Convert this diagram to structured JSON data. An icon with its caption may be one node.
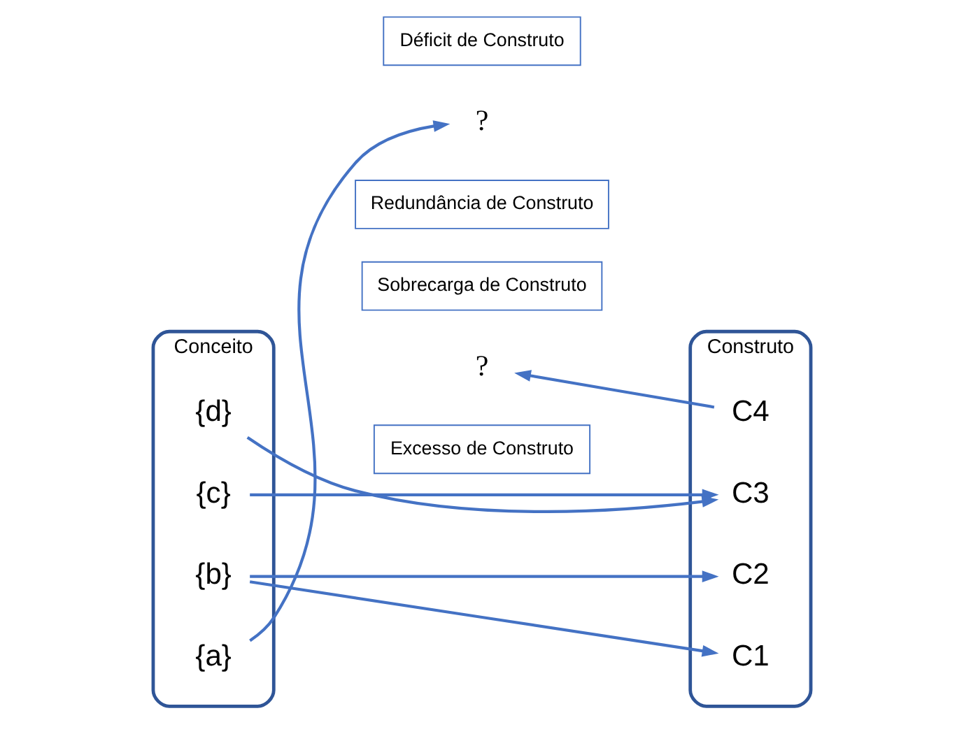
{
  "diagram": {
    "nodes": [
      {
        "text": [
          "Conceito"
        ]
      },
      {
        "text": [
          "{a}"
        ],
        "in": 0
      },
      {
        "text": [
          "{b}"
        ],
        "in": 0
      },
      {
        "text": [
          "{c}"
        ],
        "in": 0
      },
      {
        "text": [
          "{d}"
        ],
        "in": 0
      },
      {
        "text": [
          "Déficit de Construto"
        ]
      },
      {
        "text": [
          "?"
        ]
      },
      {
        "text": [
          "Redundância de Construto"
        ]
      },
      {
        "text": [
          "Sobrecarga de Construto"
        ]
      },
      {
        "text": [
          "?"
        ]
      },
      {
        "text": [
          "Excesso de Construto"
        ]
      },
      {
        "text": [
          "Construto"
        ]
      },
      {
        "text": [
          "C1"
        ],
        "in": 11
      },
      {
        "text": [
          "C2"
        ],
        "in": 11
      },
      {
        "text": [
          "C3"
        ],
        "in": 11
      },
      {
        "text": [
          "C4"
        ],
        "in": 11
      }
    ],
    "edges": [
      {
        "from": 1,
        "to": 6,
        "arrow": "to"
      },
      {
        "from": 2,
        "to": 12,
        "arrow": "to"
      },
      {
        "from": 2,
        "to": 13,
        "arrow": "to"
      },
      {
        "from": 3,
        "to": 14,
        "arrow": "to"
      },
      {
        "from": 4,
        "to": 14,
        "arrow": "to"
      },
      {
        "from": 15,
        "to": 9,
        "arrow": "to"
      }
    ]
  }
}
